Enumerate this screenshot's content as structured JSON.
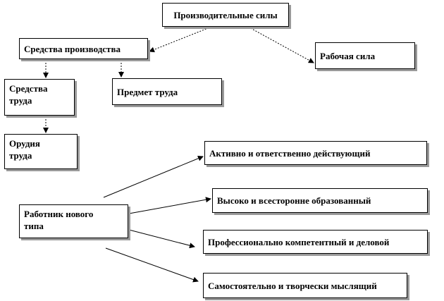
{
  "diagram": {
    "nodes": {
      "productive_forces": "Производительные силы",
      "means_of_production": "Средства производства",
      "labor_force": "Рабочая сила",
      "means_of_labor_line1": "Средства",
      "means_of_labor_line2": "труда",
      "object_of_labor": "Предмет труда",
      "tools_line1": "Орудия",
      "tools_line2": "труда",
      "worker_line1": "Работник нового",
      "worker_line2": "типа",
      "active": "Активно и ответственно действующий",
      "educated": "Высоко и всесторонне образованный",
      "professional": "Профессионально компетентный и деловой",
      "independent": "Самостоятельно и творчески мыслящий"
    },
    "edges": [
      {
        "from": "productive_forces",
        "to": "means_of_production",
        "style": "dotted"
      },
      {
        "from": "productive_forces",
        "to": "labor_force",
        "style": "dotted"
      },
      {
        "from": "means_of_production",
        "to": "means_of_labor",
        "style": "dotted"
      },
      {
        "from": "means_of_production",
        "to": "object_of_labor",
        "style": "dotted"
      },
      {
        "from": "means_of_labor",
        "to": "tools",
        "style": "dotted"
      },
      {
        "from": "worker",
        "to": "active",
        "style": "solid"
      },
      {
        "from": "worker",
        "to": "educated",
        "style": "solid"
      },
      {
        "from": "worker",
        "to": "professional",
        "style": "solid"
      },
      {
        "from": "worker",
        "to": "independent",
        "style": "solid"
      }
    ]
  }
}
